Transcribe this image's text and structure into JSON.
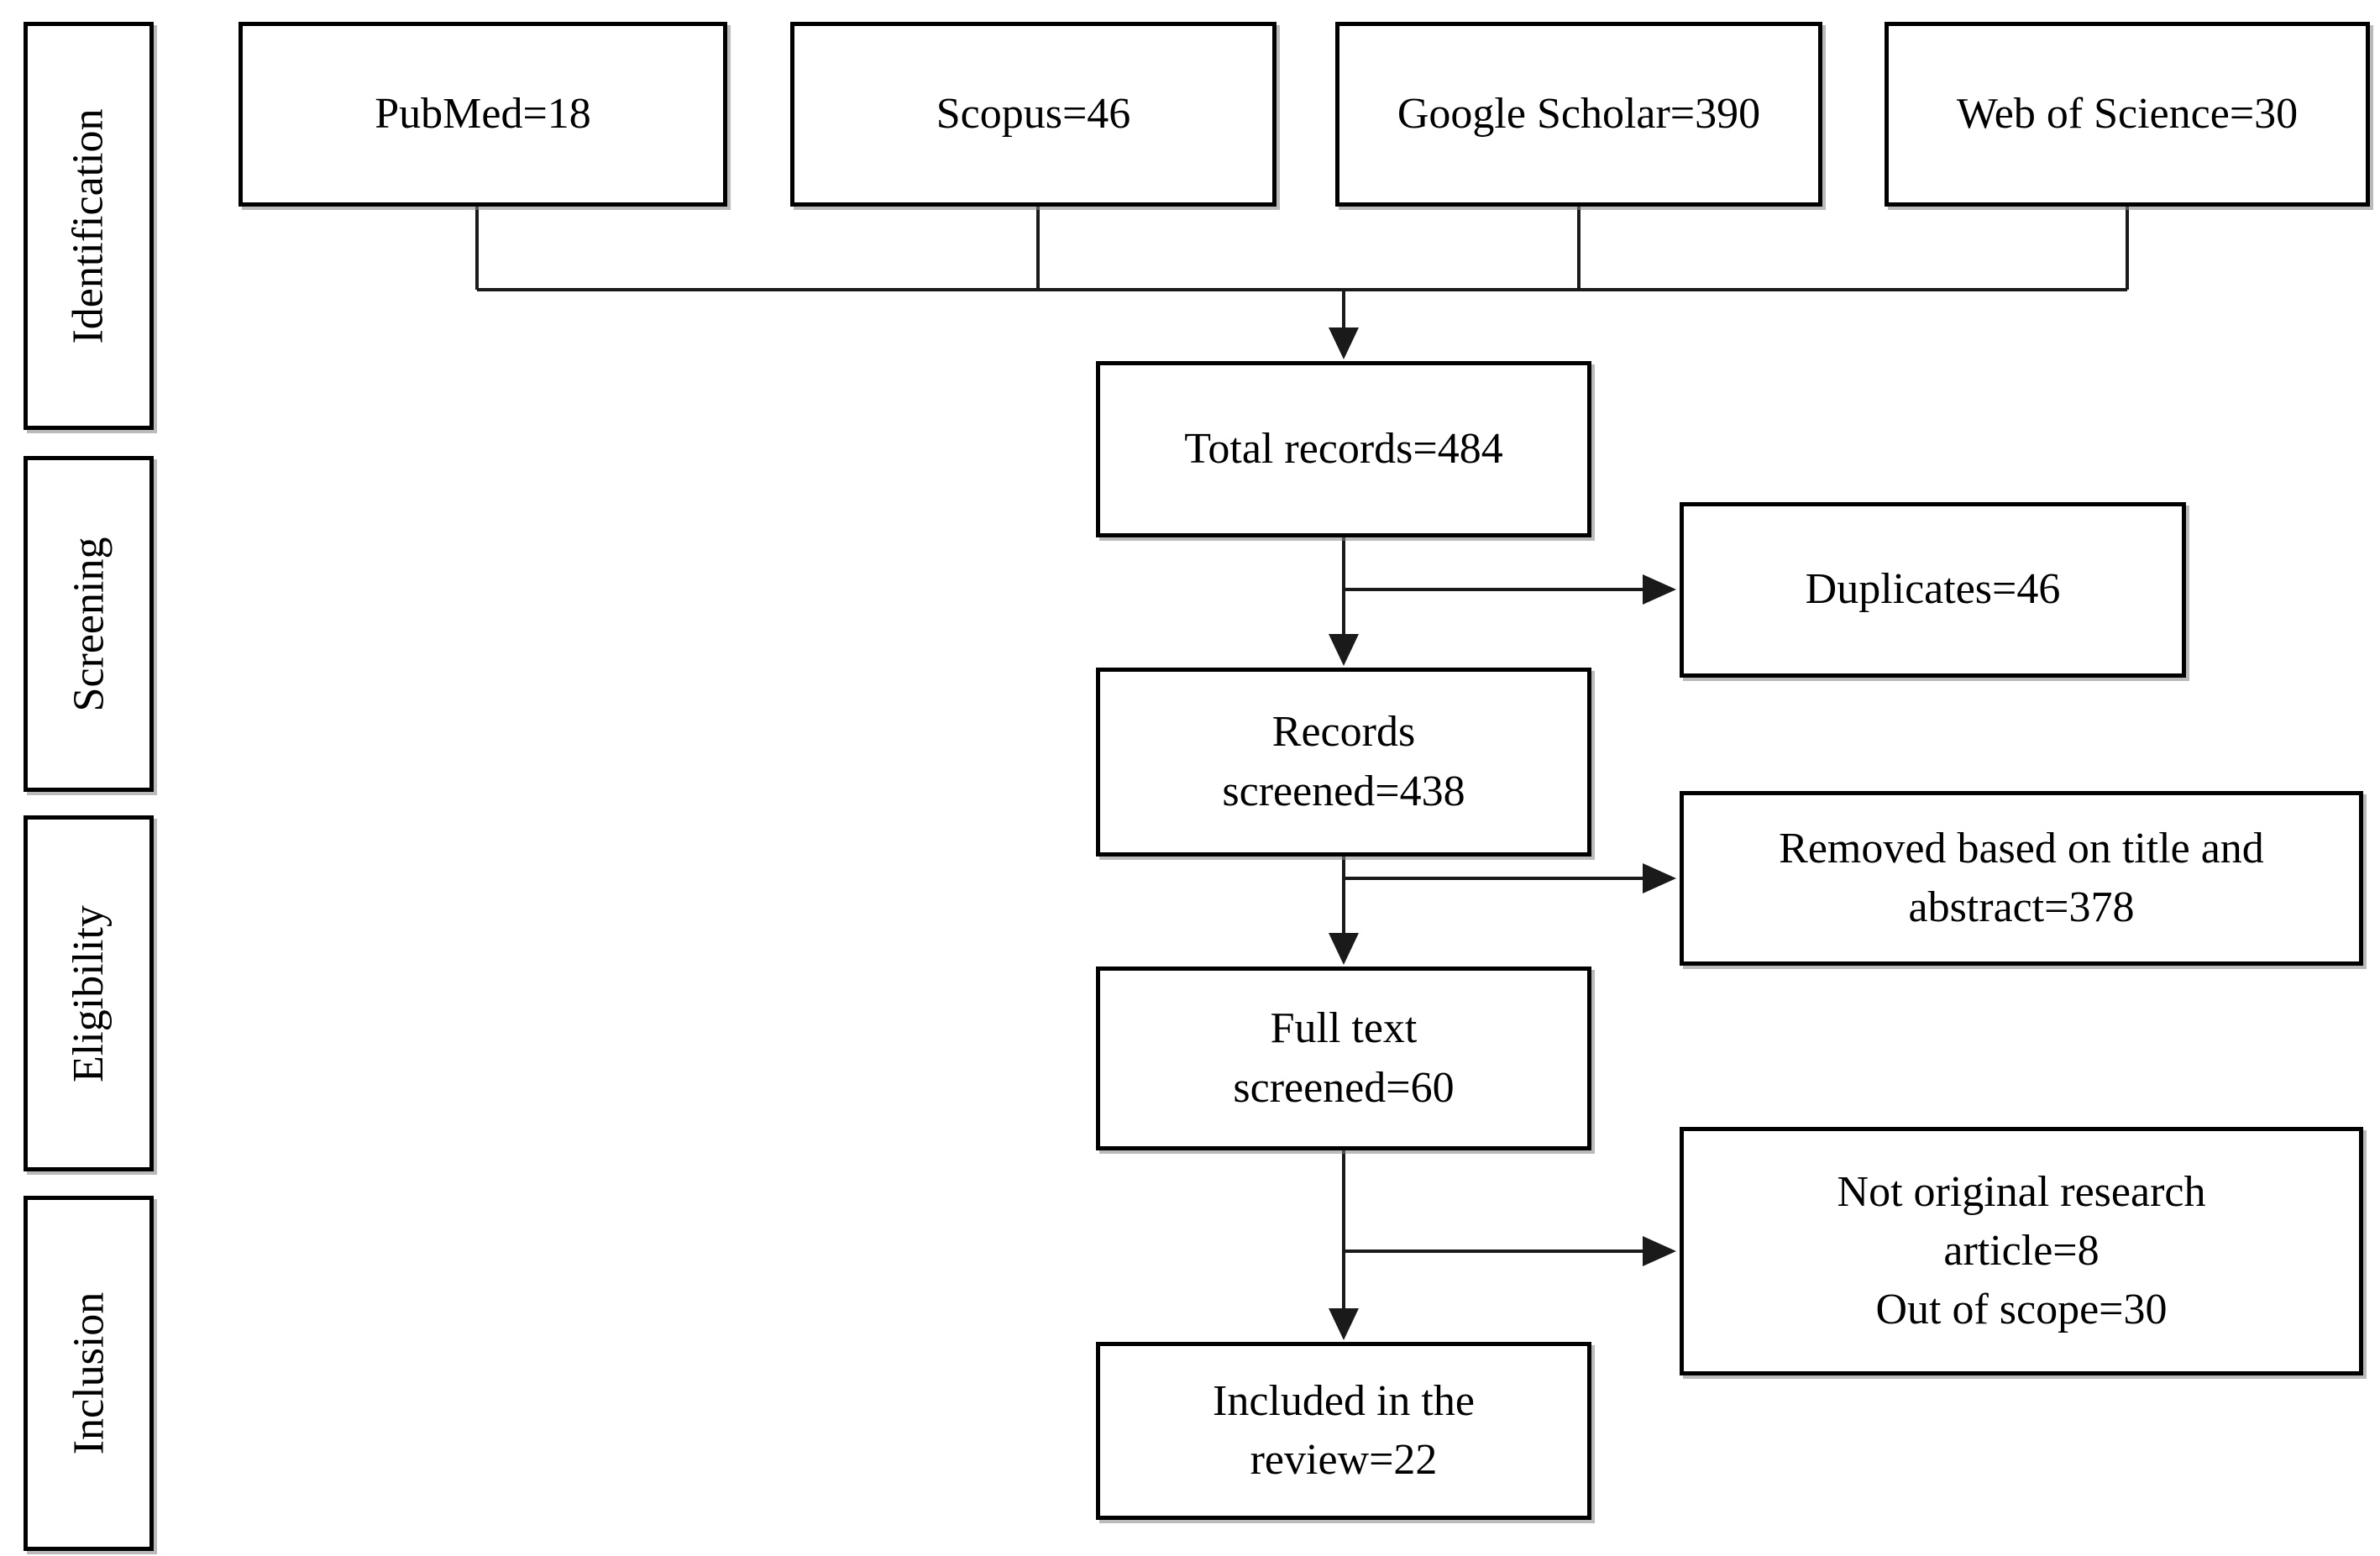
{
  "diagram": {
    "stages": [
      {
        "label": "Identification"
      },
      {
        "label": "Screening"
      },
      {
        "label": "Eligibility"
      },
      {
        "label": "Inclusion"
      }
    ],
    "sources": [
      {
        "label": "PubMed=18"
      },
      {
        "label": "Scopus=46"
      },
      {
        "label": "Google Scholar=390"
      },
      {
        "label": "Web of Science=30"
      }
    ],
    "main_flow": [
      {
        "lines": [
          "Total records=484"
        ]
      },
      {
        "lines": [
          "Records",
          "screened=438"
        ]
      },
      {
        "lines": [
          "Full text",
          "screened=60"
        ]
      },
      {
        "lines": [
          "Included in the",
          "review=22"
        ]
      }
    ],
    "exclusions": [
      {
        "lines": [
          "Duplicates=46"
        ]
      },
      {
        "lines": [
          "Removed based on title and",
          "abstract=378"
        ]
      },
      {
        "lines": [
          "Not original research",
          "article=8",
          "Out of scope=30"
        ]
      }
    ]
  },
  "colors": {
    "background": "#ffffff",
    "box_border": "#000000",
    "text": "#000000",
    "line": "#1a1a1a"
  }
}
